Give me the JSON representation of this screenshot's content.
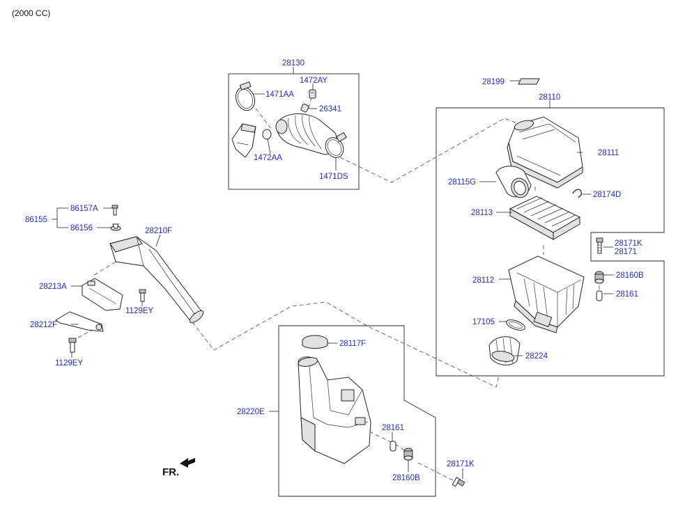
{
  "header": {
    "engine": "(2000 CC)"
  },
  "direction": {
    "label": "FR."
  },
  "callouts": {
    "c28130": "28130",
    "c1472AY": "1472AY",
    "c1471AA": "1471AA",
    "c26341": "26341",
    "c1472AA": "1472AA",
    "c1471DS": "1471DS",
    "c28199": "28199",
    "c28110": "28110",
    "c28111": "28111",
    "c28115G": "28115G",
    "c28174D": "28174D",
    "c28113": "28113",
    "c28171K_a": "28171K",
    "c28171": "28171",
    "c28160B_a": "28160B",
    "c28112": "28112",
    "c28161_a": "28161",
    "c17105": "17105",
    "c28224": "28224",
    "c86155": "86155",
    "c86157A": "86157A",
    "c86156": "86156",
    "c28210F": "28210F",
    "c28213A": "28213A",
    "c1129EY_a": "1129EY",
    "c28212F": "28212F",
    "c1129EY_b": "1129EY",
    "c28117F": "28117F",
    "c28220E": "28220E",
    "c28161_b": "28161",
    "c28160B_b": "28160B",
    "c28171K_b": "28171K"
  }
}
